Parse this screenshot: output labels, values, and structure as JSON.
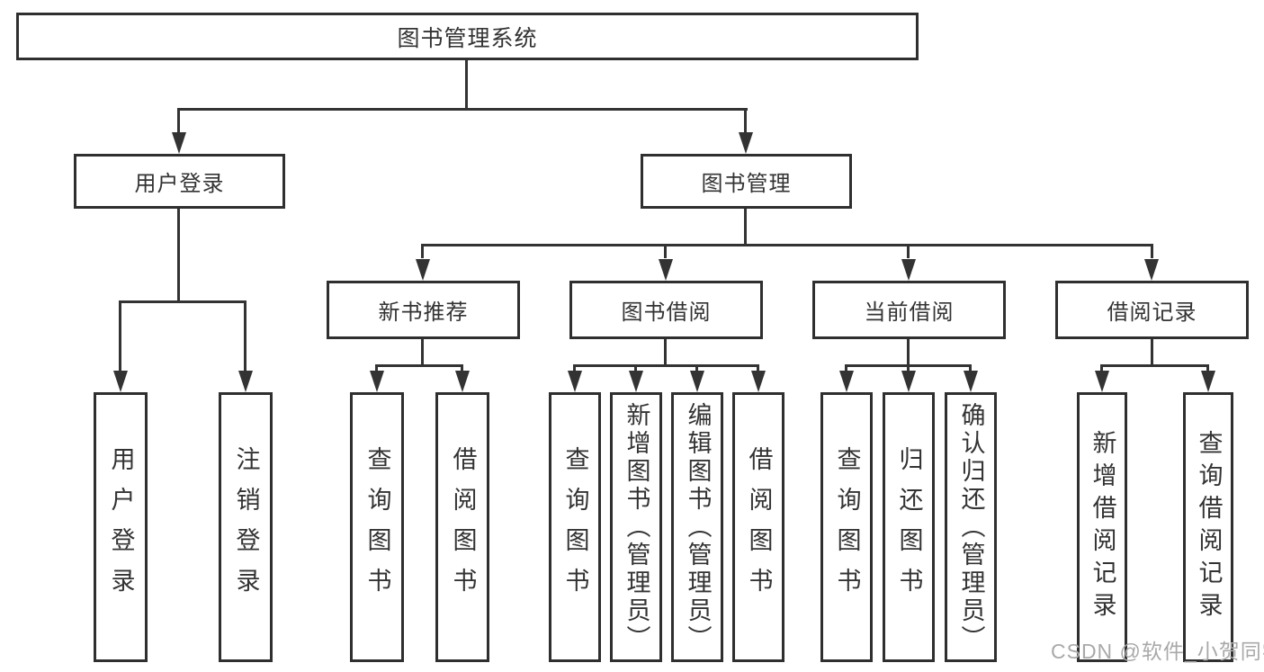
{
  "diagram": {
    "root": {
      "label": "图书管理系统"
    },
    "level1": {
      "user_login": {
        "label": "用户登录"
      },
      "book_mgmt": {
        "label": "图书管理"
      }
    },
    "level2": {
      "new_book_rec": {
        "label": "新书推荐"
      },
      "book_borrow": {
        "label": "图书借阅"
      },
      "current_borrow": {
        "label": "当前借阅"
      },
      "borrow_records": {
        "label": "借阅记录"
      }
    },
    "leaves": {
      "user_login": {
        "label": "用户登录"
      },
      "logout": {
        "label": "注销登录"
      },
      "rec_query_book": {
        "label": "查询图书"
      },
      "rec_borrow_book": {
        "label": "借阅图书"
      },
      "bb_query_book": {
        "label": "查询图书"
      },
      "bb_add_book": {
        "label": "新增图书（管理员）"
      },
      "bb_edit_book": {
        "label": "编辑图书（管理员）"
      },
      "bb_borrow_book": {
        "label": "借阅图书"
      },
      "cb_query_book": {
        "label": "查询图书"
      },
      "cb_return_book": {
        "label": "归还图书"
      },
      "cb_confirm_return": {
        "label": "确认归还（管理员）"
      },
      "br_add_record": {
        "label": "新增借阅记录"
      },
      "br_query_record": {
        "label": "查询借阅记录"
      }
    }
  },
  "watermark": {
    "text": "CSDN @软件_小贺同学",
    "color": "#a9a9a9"
  },
  "colors": {
    "line": "#333333",
    "box_border": "#2f2f2f",
    "text": "#333333",
    "background": "#ffffff"
  }
}
